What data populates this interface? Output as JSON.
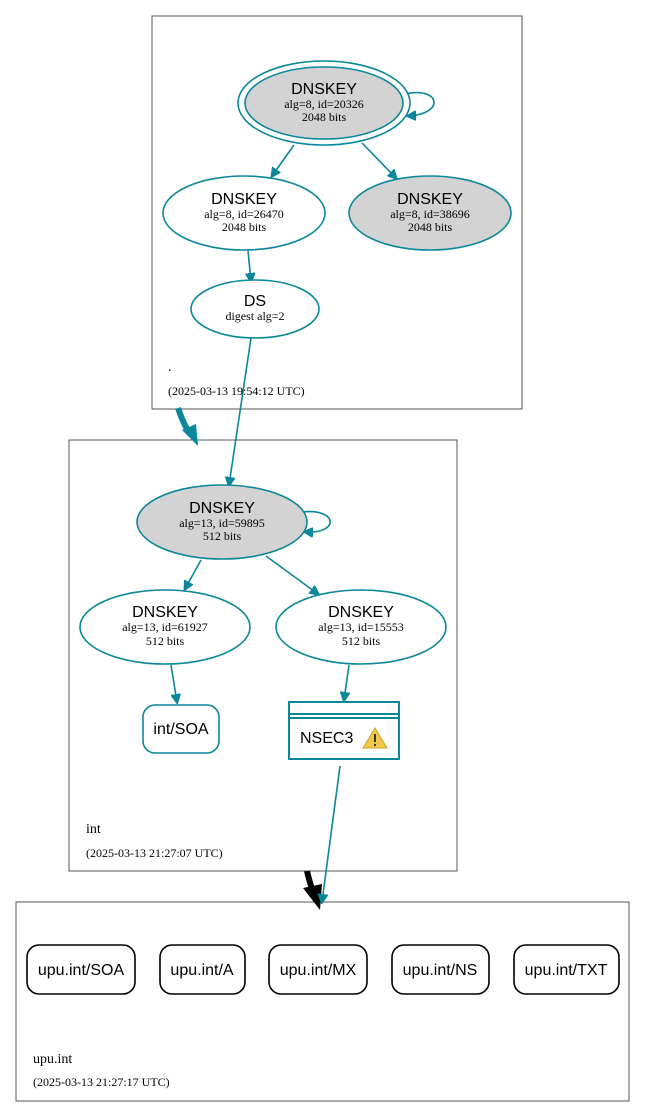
{
  "zones": {
    "root": {
      "name": ".",
      "timestamp": "(2025-03-13 19:54:12 UTC)",
      "ksk": {
        "title": "DNSKEY",
        "detail": "alg=8, id=20326",
        "size": "2048 bits"
      },
      "zsk1": {
        "title": "DNSKEY",
        "detail": "alg=8, id=26470",
        "size": "2048 bits"
      },
      "zsk2": {
        "title": "DNSKEY",
        "detail": "alg=8, id=38696",
        "size": "2048 bits"
      },
      "ds": {
        "title": "DS",
        "detail": "digest alg=2"
      }
    },
    "int": {
      "name": "int",
      "timestamp": "(2025-03-13 21:27:07 UTC)",
      "ksk": {
        "title": "DNSKEY",
        "detail": "alg=13, id=59895",
        "size": "512 bits"
      },
      "zsk1": {
        "title": "DNSKEY",
        "detail": "alg=13, id=61927",
        "size": "512 bits"
      },
      "zsk2": {
        "title": "DNSKEY",
        "detail": "alg=13, id=15553",
        "size": "512 bits"
      },
      "soa": "int/SOA",
      "nsec3": "NSEC3",
      "warning_icon": "warning-icon"
    },
    "upu": {
      "name": "upu.int",
      "timestamp": "(2025-03-13 21:27:17 UTC)",
      "records": [
        "upu.int/SOA",
        "upu.int/A",
        "upu.int/MX",
        "upu.int/NS",
        "upu.int/TXT"
      ]
    }
  },
  "colors": {
    "edge": "#0a879a",
    "grey_fill": "#d3d3d3",
    "warning": "#f2c84b"
  }
}
